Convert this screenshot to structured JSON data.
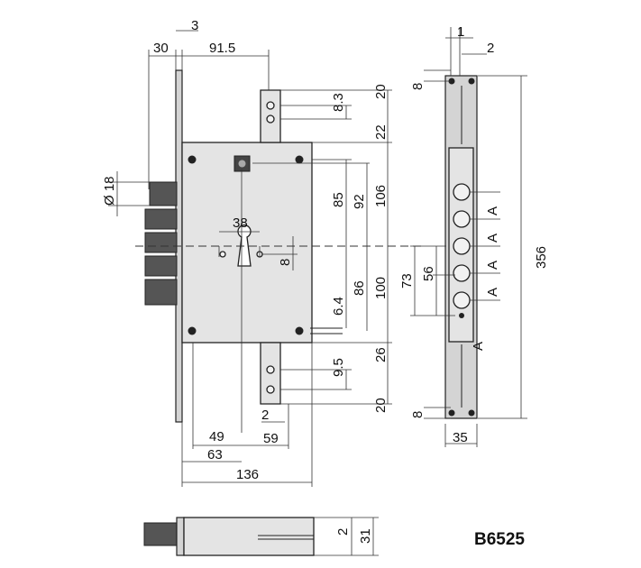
{
  "model": "B6525",
  "dimensions": {
    "d3": "3",
    "d30": "30",
    "d91_5": "91.5",
    "d1": "1",
    "d2_top": "2",
    "d8_top_right": "8",
    "d20_top": "20",
    "d8_3": "8.3",
    "d22": "22",
    "d18": "Ø 18",
    "d85": "85",
    "d92": "92",
    "d106": "106",
    "d38": "38",
    "d8_mid": "8",
    "d6_4": "6.4",
    "d86": "86",
    "d100": "100",
    "d73": "73",
    "d56": "56",
    "d356": "356",
    "dA1": "A",
    "dA2": "A",
    "dA3": "A",
    "dA4": "A",
    "dA5": "A",
    "d9_5": "9.5",
    "d26": "26",
    "d20_bottom": "20",
    "d8_bottom_right": "8",
    "d2_mid": "2",
    "d49": "49",
    "d59": "59",
    "d63": "63",
    "d35": "35",
    "d136": "136",
    "d2_bottom": "2",
    "d31": "31"
  }
}
